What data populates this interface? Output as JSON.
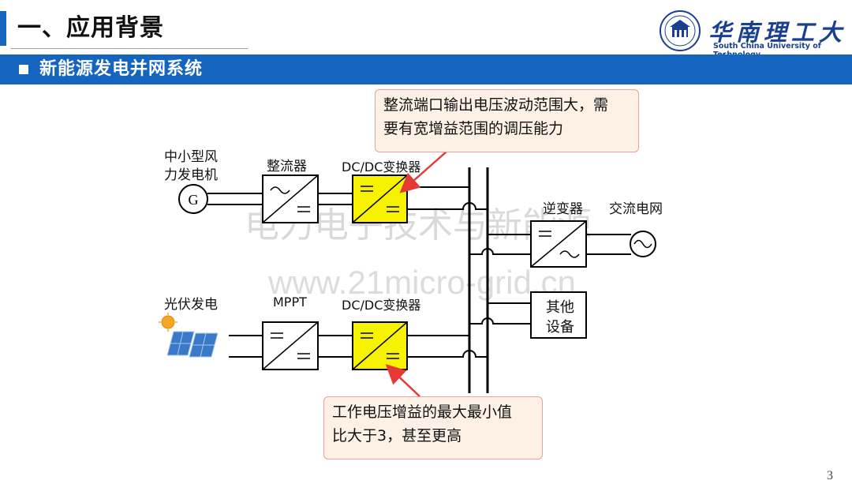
{
  "header": {
    "title": "一、应用背景",
    "banner": "新能源发电并网系统",
    "logo_cn": "华南理工大学",
    "logo_en": "South China University of Technology"
  },
  "page_number": "3",
  "watermark": {
    "line1": "电力电子技术与新能源",
    "line2": "www.21micro-grid.cn"
  },
  "diagram": {
    "wind_source": {
      "label_line1": "中小型风",
      "label_line2": "力发电机",
      "symbol": "G"
    },
    "pv_source": {
      "label": "光伏发电"
    },
    "rectifier": {
      "label": "整流器"
    },
    "mppt": {
      "label": "MPPT"
    },
    "dcdc_top": {
      "label": "DC/DC变换器"
    },
    "dcdc_bottom": {
      "label": "DC/DC变换器"
    },
    "inverter": {
      "label": "逆变器"
    },
    "grid": {
      "label": "交流电网"
    },
    "other_equipment": {
      "label_line1": "其他",
      "label_line2": "设备"
    }
  },
  "callouts": {
    "top": {
      "line1": "整流端口输出电压波动范围大，需",
      "line2": "要有宽增益范围的调压能力"
    },
    "bottom": {
      "line1": "工作电压增益的最大最小值",
      "line2": "比大于3，甚至更高"
    }
  },
  "colors": {
    "brand_blue": "#1565c0",
    "converter_yellow": "#f7f200",
    "callout_bg": "#fdf1e6",
    "callout_border": "#e8a0a0",
    "arrow_red": "#e53935"
  }
}
